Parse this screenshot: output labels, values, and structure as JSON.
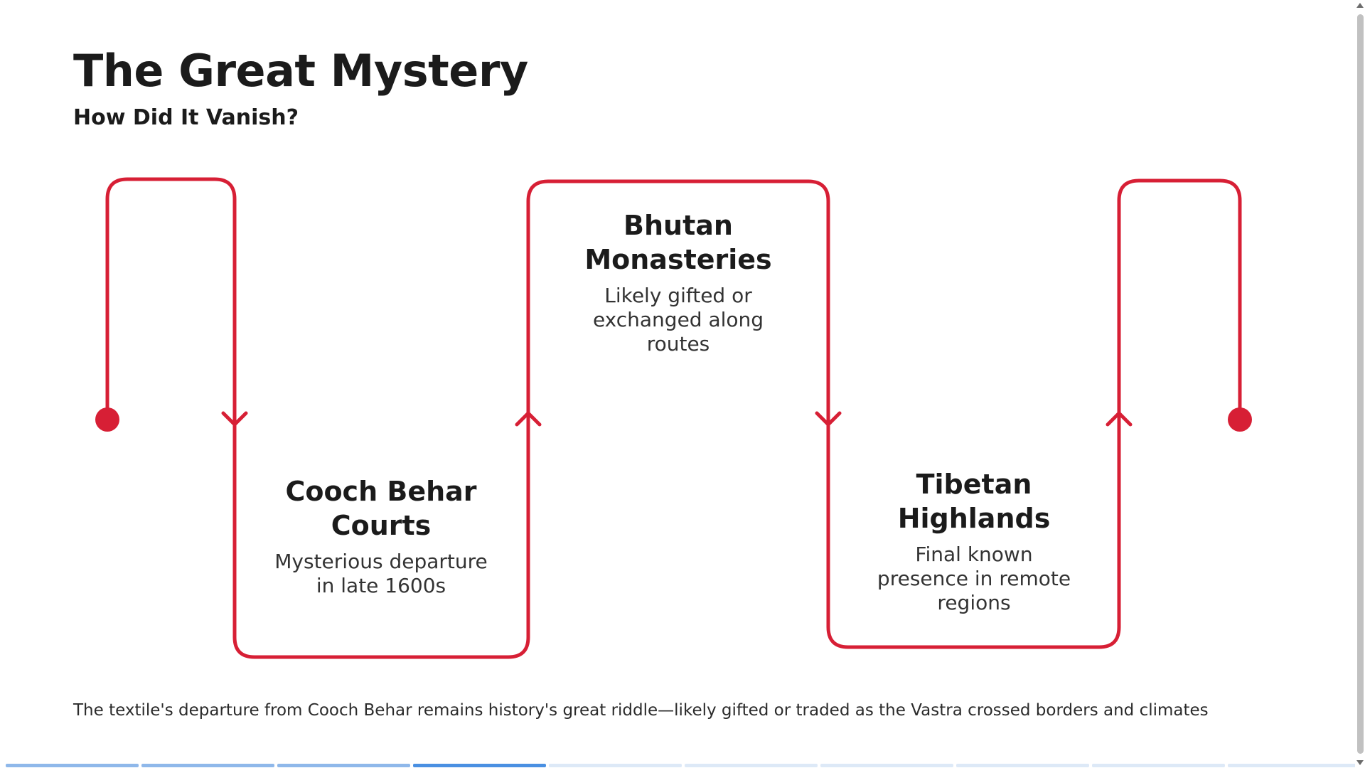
{
  "title": "The Great Mystery",
  "subtitle": "How Did It Vanish?",
  "accent_color": "#d71f35",
  "stages": [
    {
      "title": "Cooch Behar Courts",
      "description": "Mysterious departure in late 1600s"
    },
    {
      "title": "Bhutan Monasteries",
      "description": "Likely gifted or exchanged along routes"
    },
    {
      "title": "Tibetan Highlands",
      "description": "Final known presence in remote regions"
    }
  ],
  "caption": "The textile's departure from Cooch Behar remains history's great riddle—likely gifted or traded as the Vastra crossed borders and climates",
  "progress": {
    "total": 10,
    "current": 4
  }
}
